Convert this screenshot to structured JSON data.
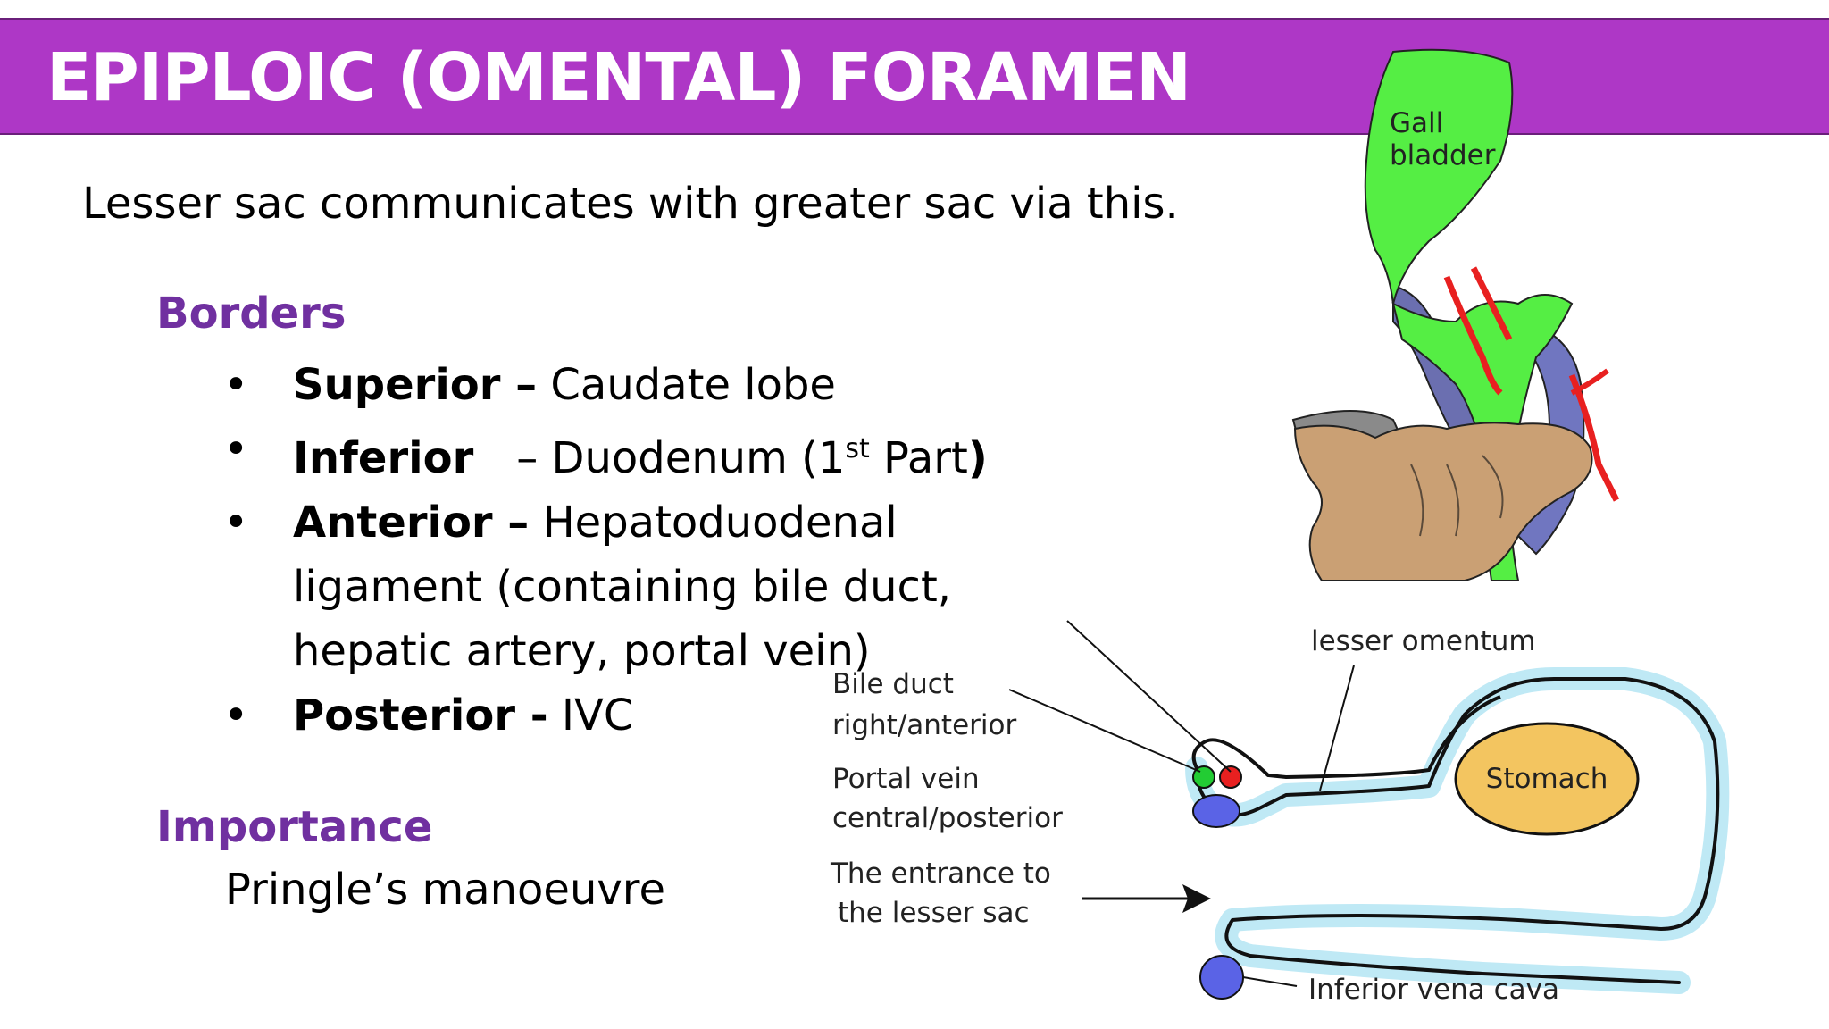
{
  "slide": {
    "title": "EPIPLOIC (OMENTAL) FORAMEN",
    "intro": "Lesser sac communicates with greater sac via this.",
    "borders_heading": "Borders",
    "borders": [
      {
        "label": "Superior –",
        "text": " Caudate lobe"
      },
      {
        "label": "Inferior",
        "gap": " ",
        "dash": "–",
        "text": " Duodenum (1",
        "sup": "st",
        "text2": " Part",
        "close": ")"
      },
      {
        "label": "Anterior –",
        "text": " Hepatoduodenal ligament (containing bile duct, hepatic artery, portal vein)"
      },
      {
        "label": "Posterior -",
        "text": " IVC"
      }
    ],
    "importance_heading": "Importance",
    "importance_text": "Pringle’s manoeuvre"
  },
  "figure_top": {
    "label_line1": "Gall",
    "label_line2": "bladder"
  },
  "figure_bottom": {
    "bile_duct_1": "Bile duct",
    "bile_duct_2": "right/anterior",
    "portal_vein_1": "Portal vein",
    "portal_vein_2": "central/posterior",
    "entrance_1": "The entrance to",
    "entrance_2": "the lesser sac",
    "lesser_omentum": "lesser omentum",
    "stomach": "Stomach",
    "ivc": "Inferior vena cava"
  },
  "colors": {
    "title_bar": "#ae37c6",
    "heading": "#7030a0",
    "gallbladder": "#55ee44",
    "stomach": "#f3c560",
    "vessel_blue": "#5a63e6",
    "bile_duct_green": "#22cc33",
    "artery_red": "#e82020",
    "peritoneum_glow": "#bfe9f5"
  }
}
